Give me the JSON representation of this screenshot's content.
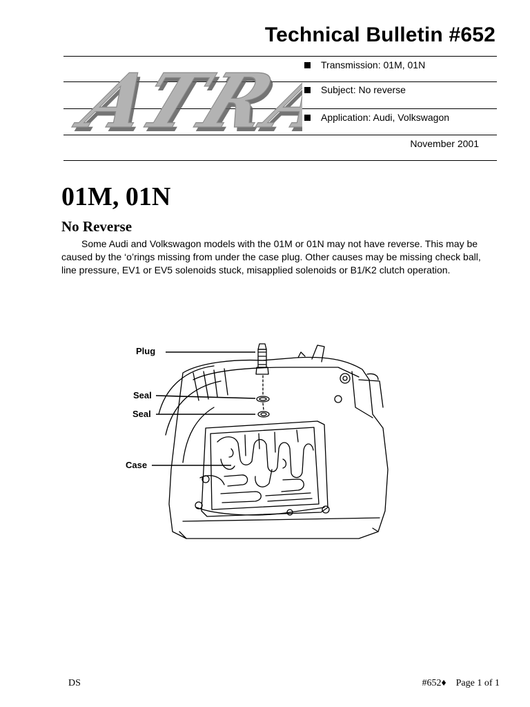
{
  "header": {
    "title": "Technical Bulletin #652",
    "logo_text": "ATRA"
  },
  "meta": {
    "transmission": "Transmission: 01M, 01N",
    "subject": "Subject: No reverse",
    "application": "Application: Audi, Volkswagon",
    "date": "November 2001"
  },
  "article": {
    "heading": "01M, 01N",
    "subheading": "No Reverse",
    "body": "Some Audi and Volkswagon models with the 01M or 01N may not have reverse. This may be caused by the ‘o’rings missing from under the case plug. Other causes may be missing check ball, line pressure, EV1 or EV5 solenoids stuck, misapplied solenoids or B1/K2 clutch operation."
  },
  "figure": {
    "labels": {
      "plug": "Plug",
      "seal_1": "Seal",
      "seal_2": "Seal",
      "case": "Case"
    }
  },
  "footer": {
    "left": "DS",
    "bulletin_no": "#652♦",
    "page": "Page 1 of 1"
  },
  "colors": {
    "logo_fill": "#b3b3b3",
    "logo_shadow": "#5c5c5c",
    "rule": "#000000"
  }
}
